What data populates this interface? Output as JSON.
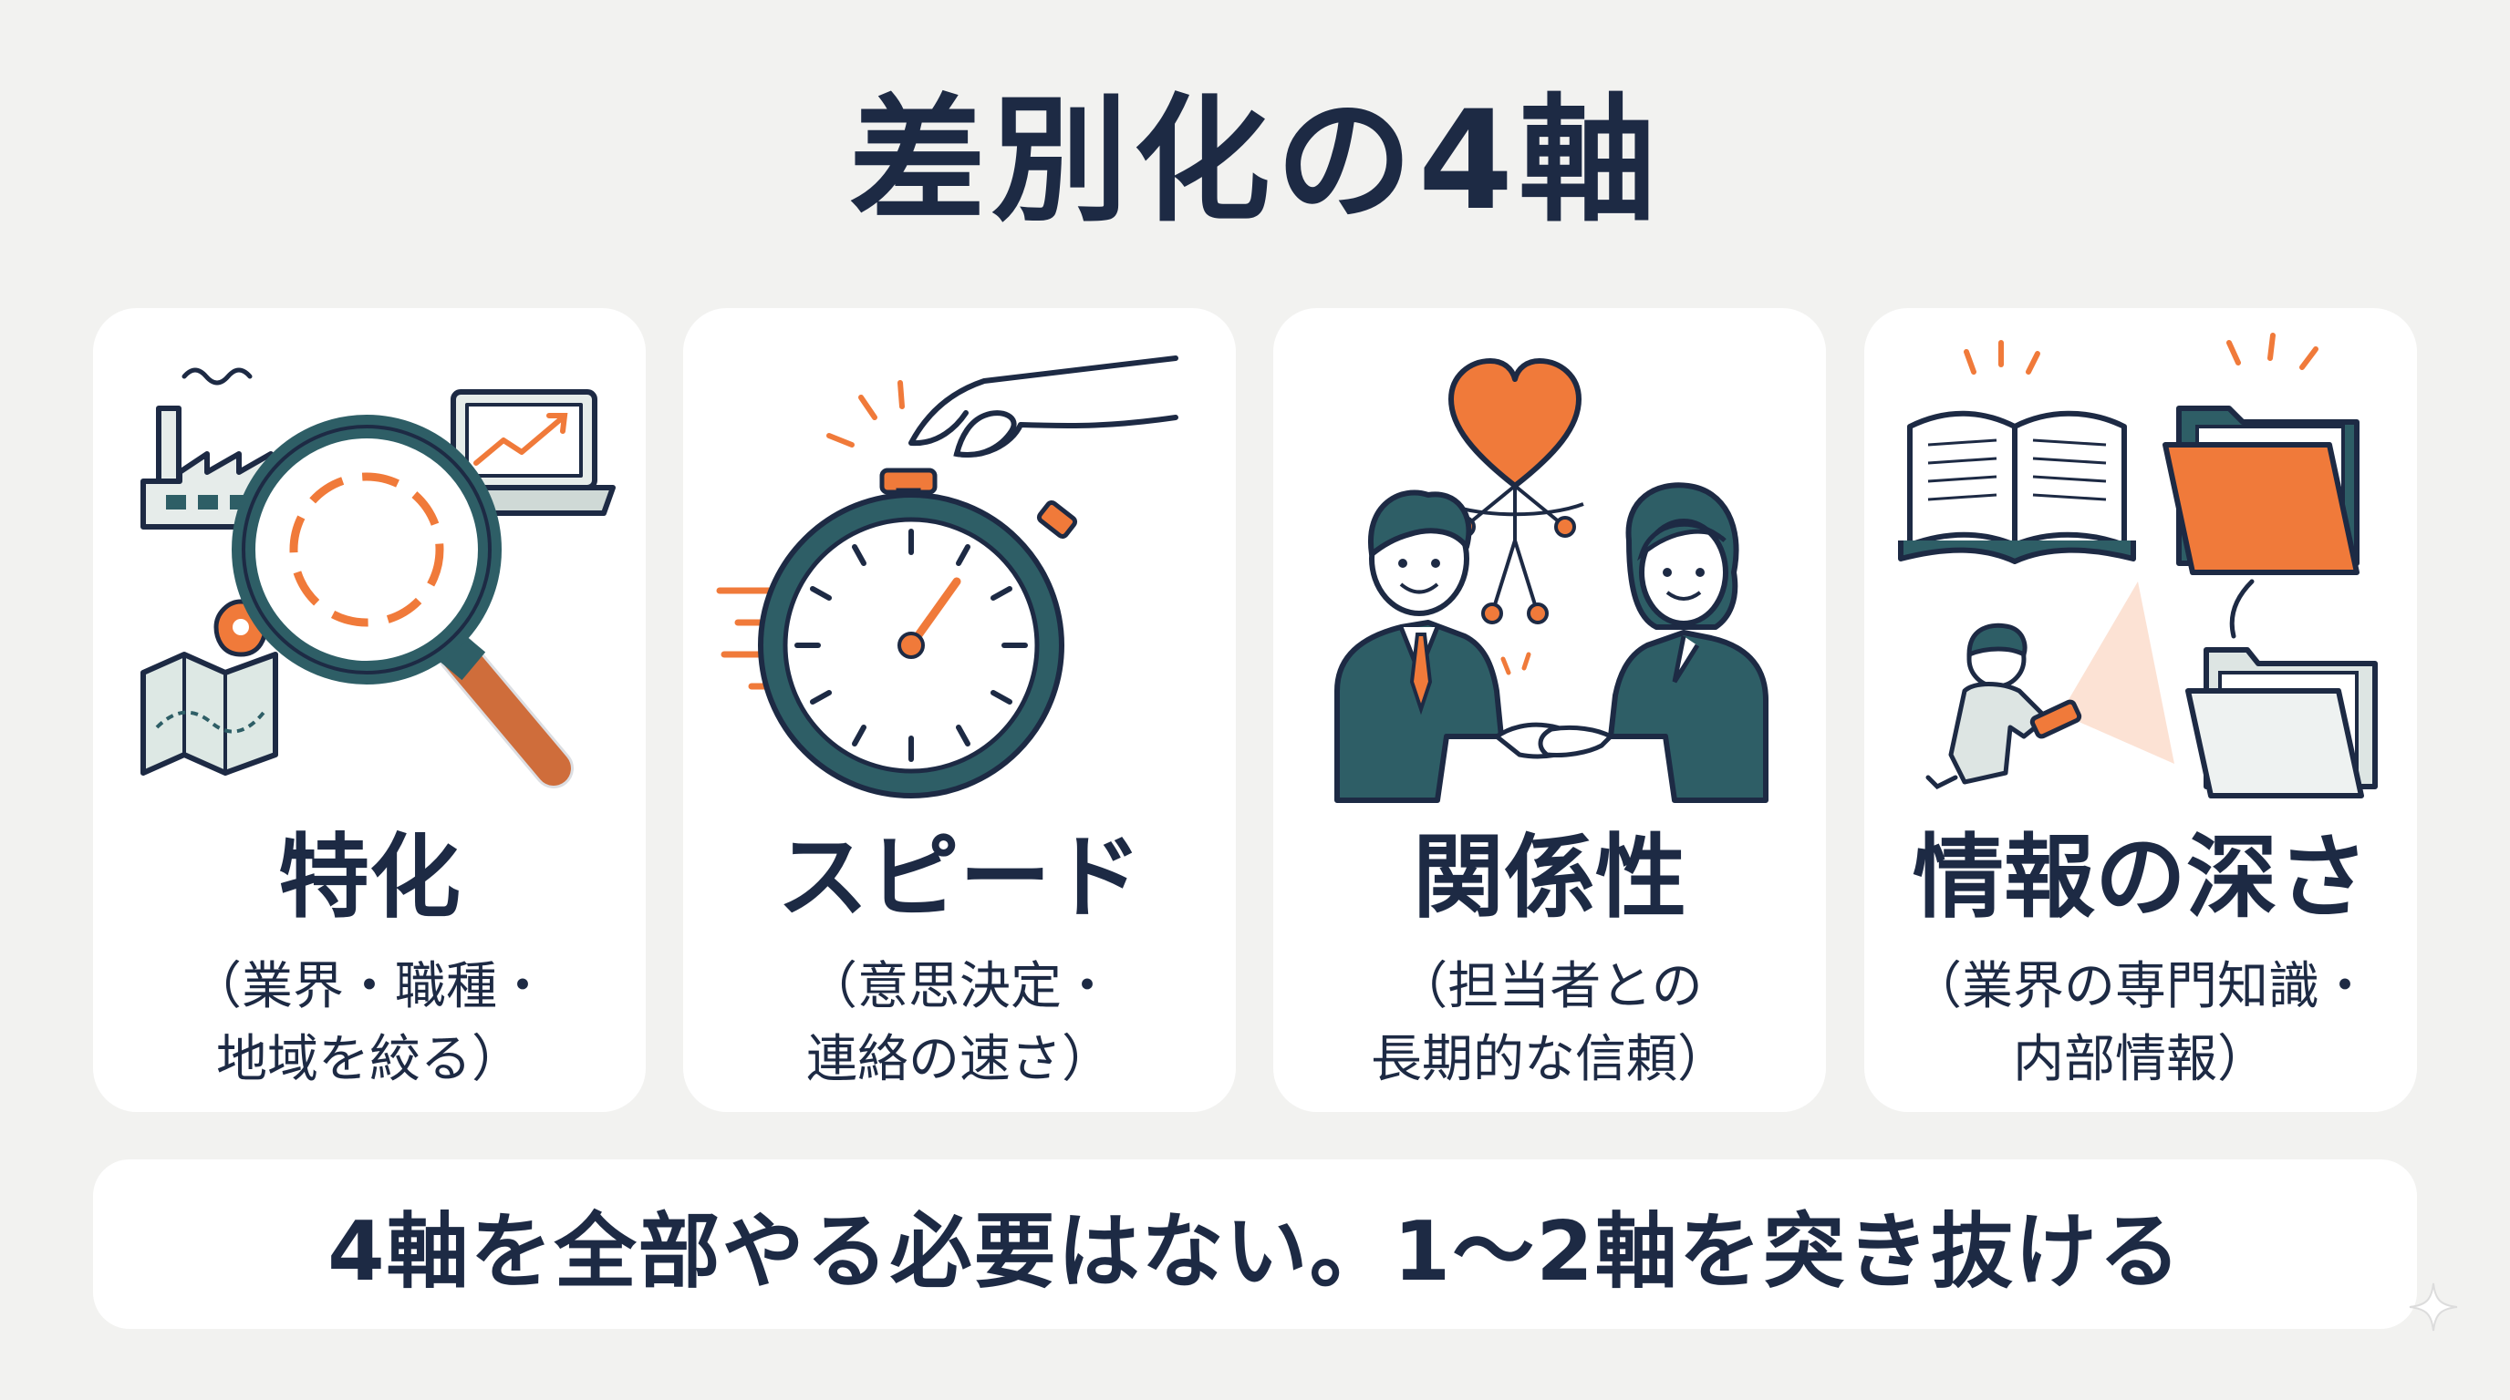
{
  "title": "差別化の4軸",
  "colors": {
    "navy": "#1d2a44",
    "teal": "#2e5e66",
    "orange": "#f07a3a",
    "card": "#ffffff",
    "background": "#f2f2f0"
  },
  "cards": [
    {
      "heading": "特化",
      "desc": [
        "（業界・職種・",
        "地域を絞る）"
      ],
      "icon": "magnifier-factory-laptop-map-icon"
    },
    {
      "heading": "スピード",
      "desc": [
        "（意思決定・",
        "連絡の速さ）"
      ],
      "icon": "stopwatch-hand-icon"
    },
    {
      "heading": "関係性",
      "desc": [
        "（担当者との",
        "長期的な信頼）"
      ],
      "icon": "handshake-heart-icon"
    },
    {
      "heading": "情報の深さ",
      "desc": [
        "（業界の専門知識・",
        "内部情報）"
      ],
      "icon": "book-folders-flashlight-icon"
    }
  ],
  "banner": {
    "text": "4軸を全部やる必要はない。1〜2軸を突き抜ける"
  }
}
